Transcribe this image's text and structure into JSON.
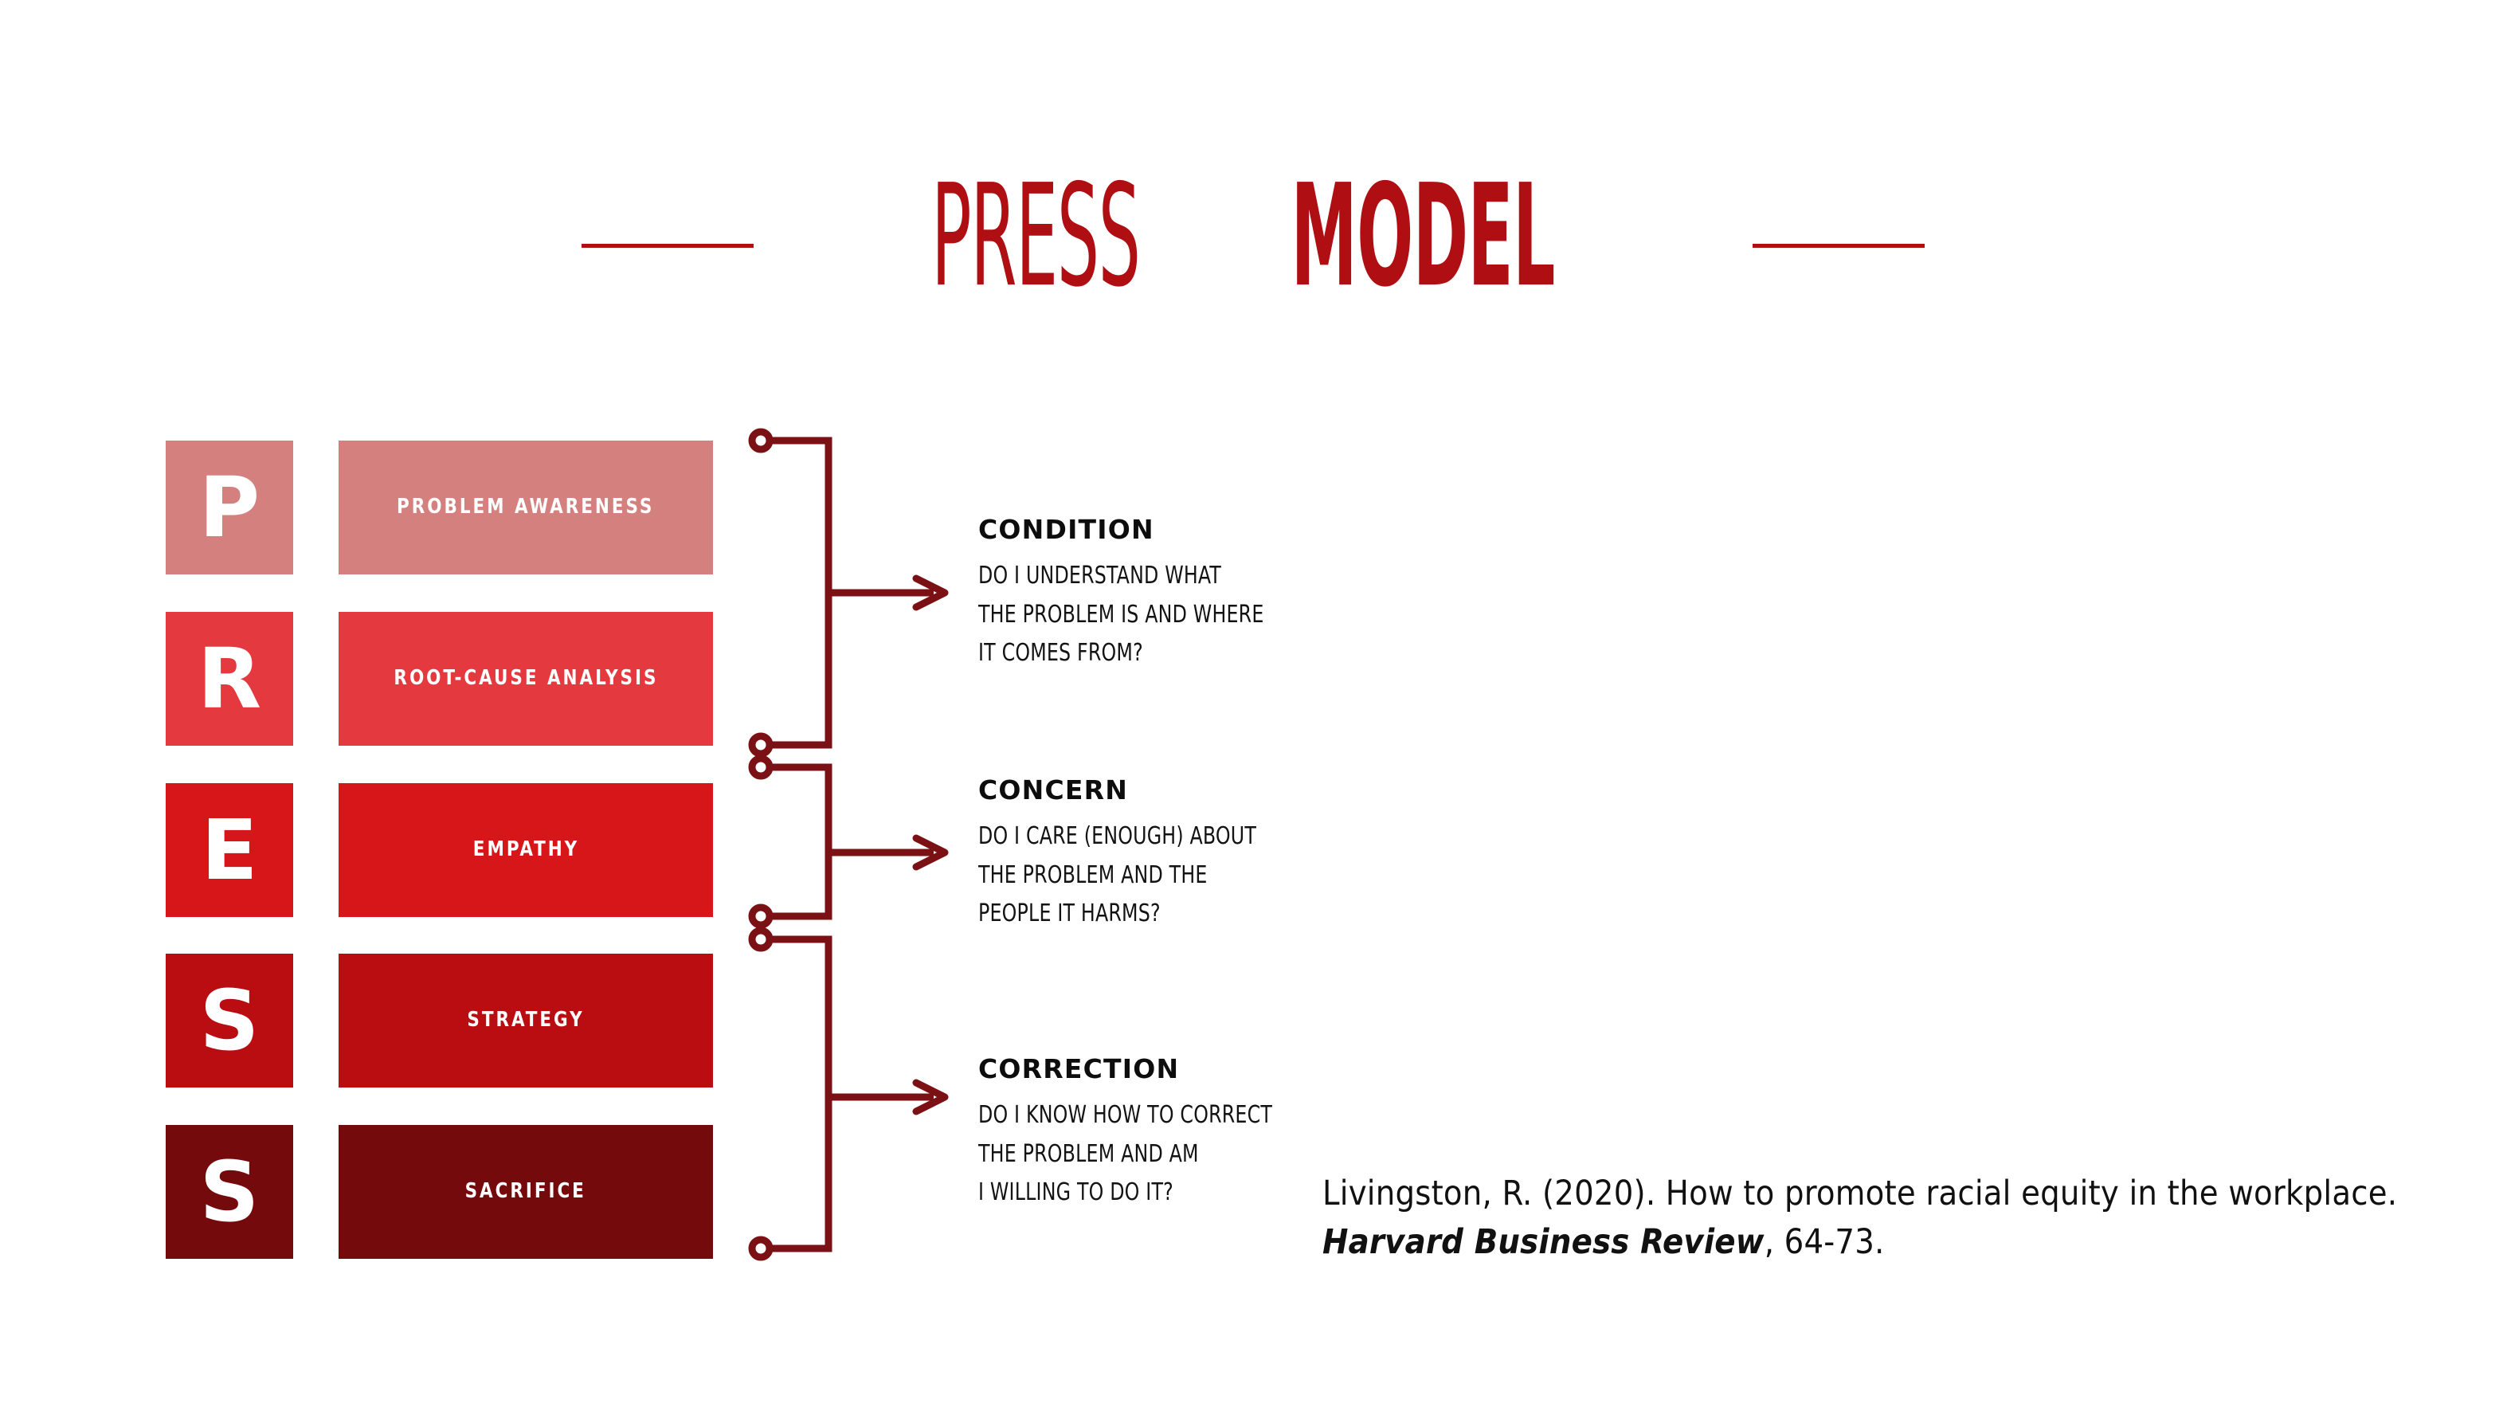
{
  "title": {
    "part_light": "PRESS",
    "part_bold": "MODEL",
    "accent_color": "#AF0E12"
  },
  "stages": [
    {
      "letter": "P",
      "label": "PROBLEM\nAWARENESS",
      "color": "#D4807F"
    },
    {
      "letter": "R",
      "label": "ROOT-CAUSE\nANALYSIS",
      "color": "#E53940"
    },
    {
      "letter": "E",
      "label": "EMPATHY",
      "color": "#D7161A"
    },
    {
      "letter": "S",
      "label": "STRATEGY",
      "color": "#B90D12"
    },
    {
      "letter": "S",
      "label": "SACRIFICE",
      "color": "#750A0D"
    }
  ],
  "groups": [
    {
      "heading": "CONDITION",
      "question": "DO I UNDERSTAND WHAT\nTHE PROBLEM IS AND WHERE\nIT COMES FROM?"
    },
    {
      "heading": "CONCERN",
      "question": "DO I CARE (ENOUGH) ABOUT\nTHE PROBLEM AND THE\nPEOPLE IT HARMS?"
    },
    {
      "heading": "CORRECTION",
      "question": "DO I KNOW HOW TO CORRECT\nTHE PROBLEM AND AM\nI WILLING TO DO IT?"
    }
  ],
  "connector": {
    "color": "#7B1114"
  },
  "citation": {
    "before": "Livingston, R. (2020). How to promote racial equity in the workplace. ",
    "emphasis": "Harvard Business Review",
    "after": ", 64-73."
  }
}
